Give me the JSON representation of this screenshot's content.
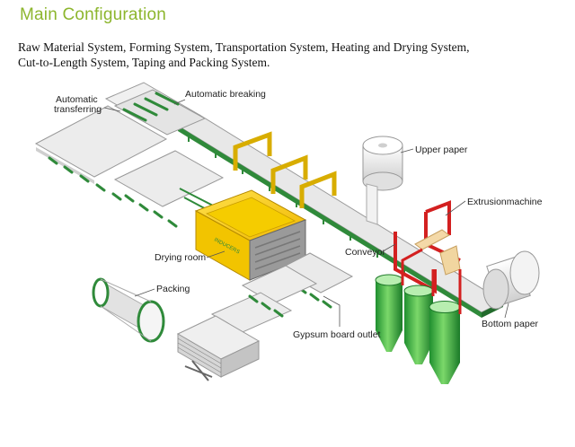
{
  "header": {
    "title": "Main Configuration",
    "description_line1": "Raw Material System, Forming System, Transportation System, Heating and Drying System,",
    "description_line2": "Cut-to-Length System, Taping and Packing System."
  },
  "diagram": {
    "labels": {
      "automatic_transferring_1": "Automatic",
      "automatic_transferring_2": "transferring",
      "automatic_breaking": "Automatic breaking",
      "upper_paper": "Upper paper",
      "extrusion_machine": "Extrusionmachine",
      "conveyor": "Conveyor",
      "drying_room": "Drying room",
      "packing": "Packing",
      "gypsum_board_outlet": "Gypsum board outlet",
      "bottom_paper": "Bottom paper"
    },
    "colors": {
      "title_green": "#8db62e",
      "conveyor_green": "#2f8a3a",
      "dryer_yellow": "#f2c400",
      "frame_red": "#d32020",
      "gantry_yellow": "#e0b400"
    }
  }
}
